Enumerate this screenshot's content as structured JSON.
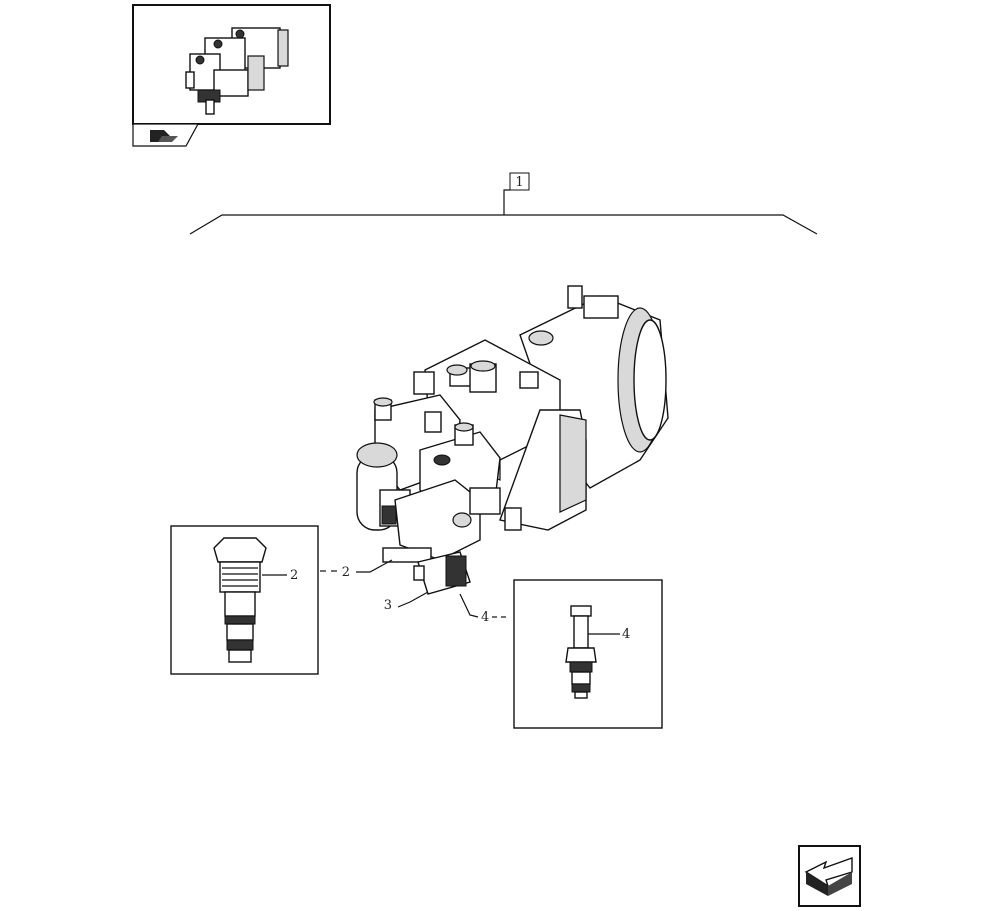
{
  "thumbnail": {
    "icon": "pump-assembly-thumbnail",
    "nav_icon": "book-pointer-icon"
  },
  "callouts": {
    "main_ref": "1",
    "item_2_box": "2",
    "item_2_main": "2",
    "item_3_main": "3",
    "item_4_main": "4",
    "item_4_box": "4"
  },
  "navigation": {
    "next_icon": "next-page-arrow-icon"
  }
}
